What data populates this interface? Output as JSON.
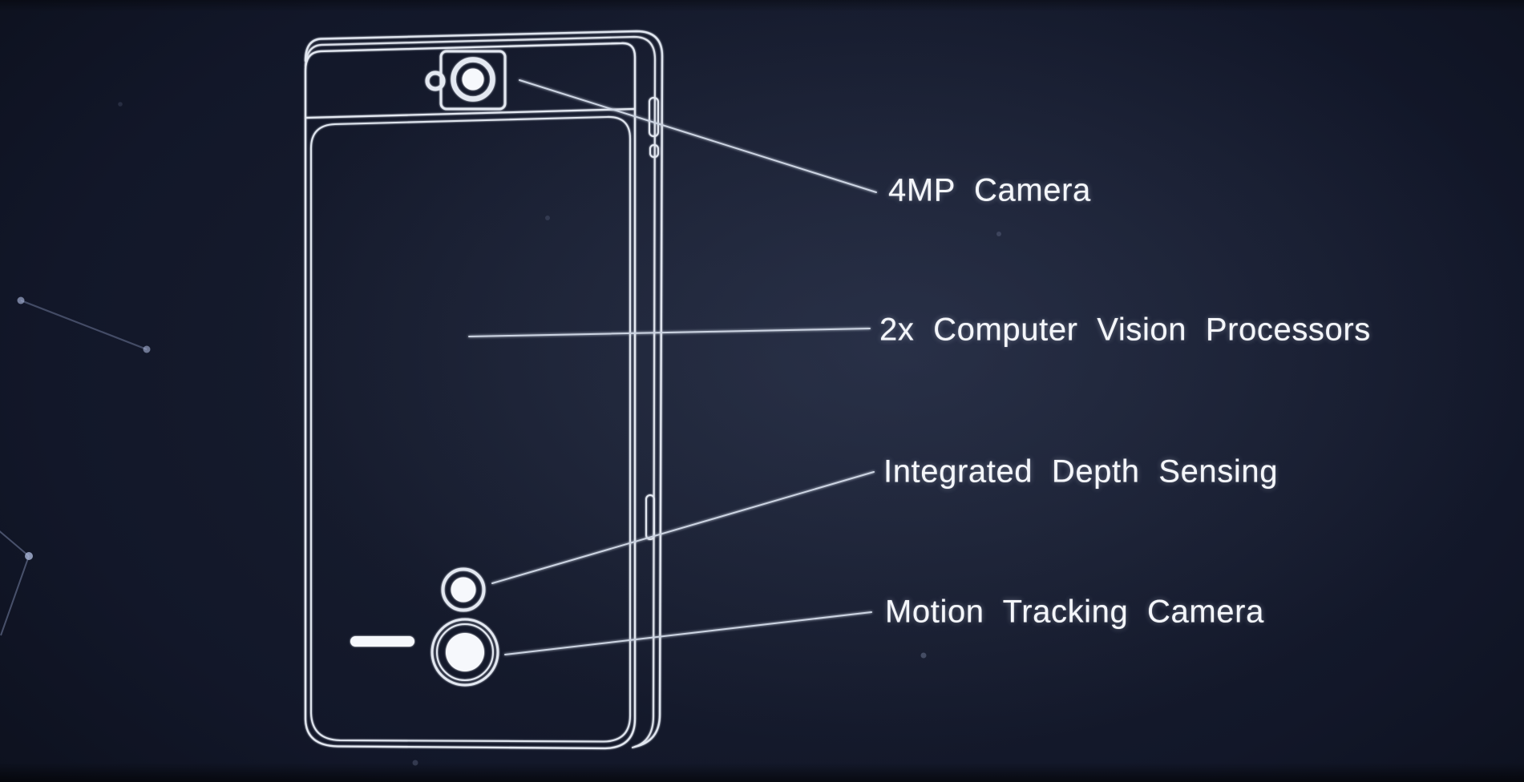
{
  "scene": {
    "description": "Wireframe back view of a smartphone on a dark starfield background with four feature callouts",
    "background_color": "#121729",
    "line_color": "#e3e8f1",
    "text_color": "#f4f6fa",
    "leader_line_color": "#ccd4e2",
    "constellation_color": "#8d9ac0"
  },
  "labels": [
    {
      "id": "camera",
      "text": "4MP Camera"
    },
    {
      "id": "processors",
      "text": "2x Computer Vision Processors"
    },
    {
      "id": "depth",
      "text": "Integrated Depth Sensing"
    },
    {
      "id": "motion",
      "text": "Motion Tracking Camera"
    }
  ],
  "phone": {
    "features": [
      "rear-camera-module",
      "flash-ring",
      "depth-sensor-lens",
      "motion-camera-lens",
      "port-dash",
      "power-button",
      "side-slot"
    ]
  }
}
